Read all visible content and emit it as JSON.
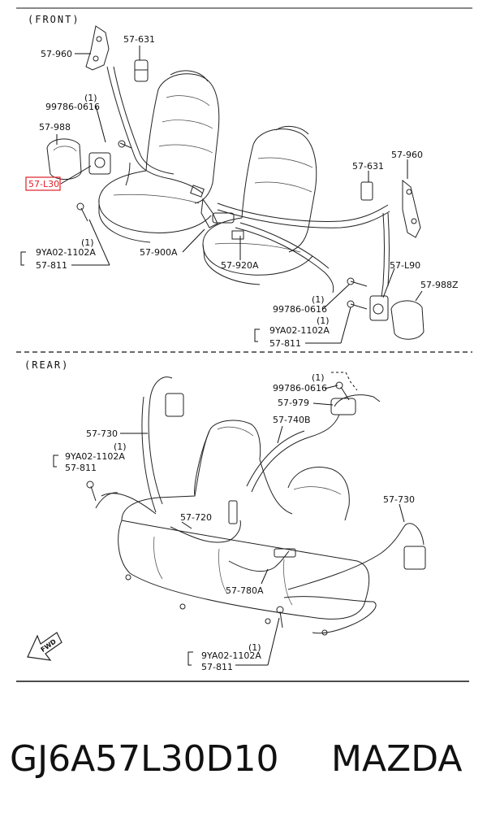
{
  "sections": {
    "front": "(FRONT)",
    "rear": "(REAR)"
  },
  "fwd_marker": "FWD",
  "front_labels": {
    "l_57960_top": "57-960",
    "l_57631_top": "57-631",
    "l_1_a": "(1)",
    "l_99786_a": "99786-0616",
    "l_57988": "57-988",
    "l_57L30": "57-L30",
    "l_1_b": "(1)",
    "l_9YA_a": "9YA02-1102A",
    "l_57811_a": "57-811",
    "l_57900A": "57-900A",
    "l_57920A": "57-920A",
    "l_57960_right": "57-960",
    "l_57631_right": "57-631",
    "l_57L90": "57-L90",
    "l_57988Z": "57-988Z",
    "l_1_c": "(1)",
    "l_99786_b": "99786-0616",
    "l_1_d": "(1)",
    "l_9YA_b": "9YA02-1102A",
    "l_57811_b": "57-811"
  },
  "rear_labels": {
    "l_1_e": "(1)",
    "l_99786_c": "99786-0616",
    "l_57979": "57-979",
    "l_57740B": "57-740B",
    "l_57730_left": "57-730",
    "l_1_f": "(1)",
    "l_9YA_c": "9YA02-1102A",
    "l_57811_c": "57-811",
    "l_57720": "57-720",
    "l_57730_right": "57-730",
    "l_57780A": "57-780A",
    "l_1_g": "(1)",
    "l_9YA_d": "9YA02-1102A",
    "l_57811_d": "57-811"
  },
  "highlight_color": "#e0202a",
  "footer": {
    "part_number": "GJ6A57L30D10",
    "brand": "MAZDA"
  }
}
